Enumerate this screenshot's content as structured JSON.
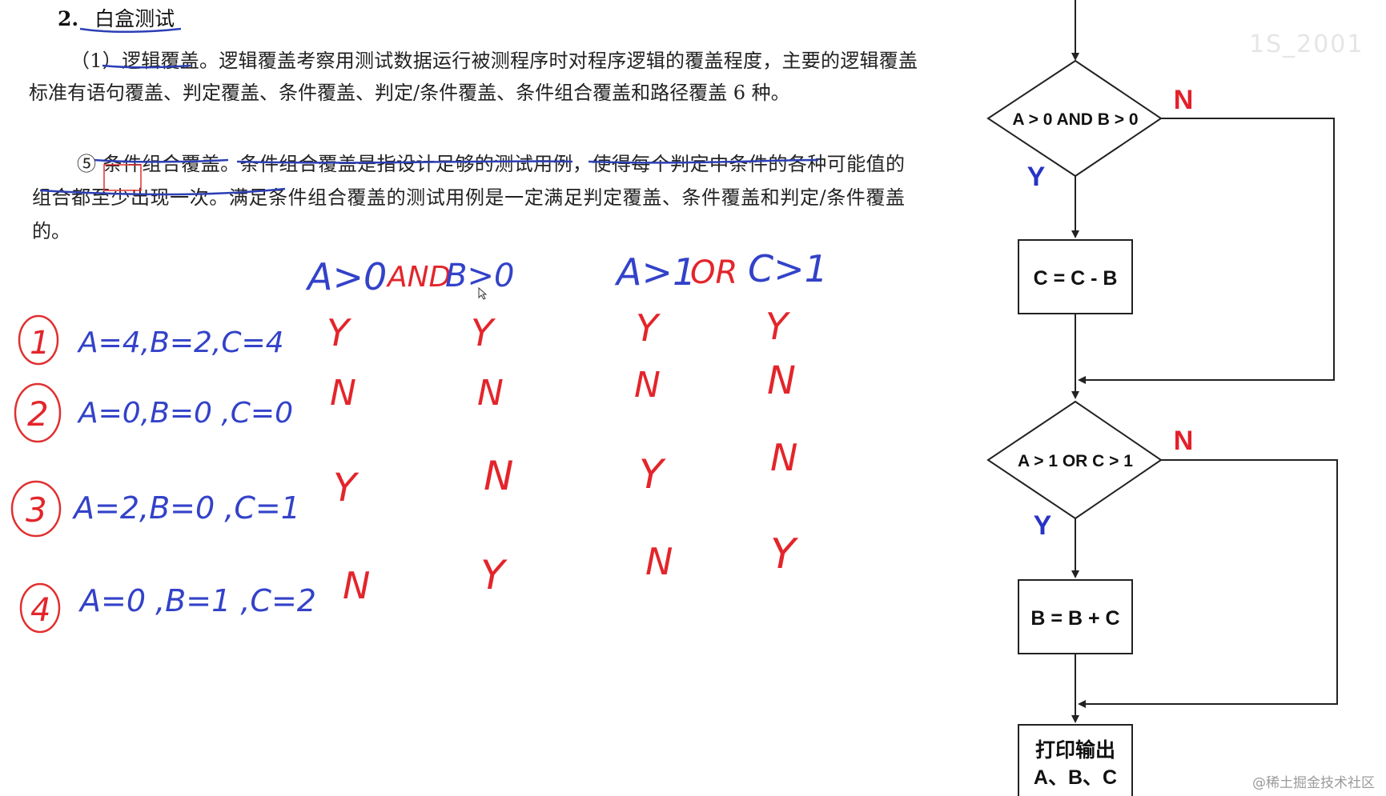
{
  "document": {
    "heading_number": "2.",
    "heading_title": "白盒测试",
    "para1": "（1）逻辑覆盖。逻辑覆盖考察用测试数据运行被测程序时对程序逻辑的覆盖程度，主要的逻辑覆盖标准有语句覆盖、判定覆盖、条件覆盖、判定/条件覆盖、条件组合覆盖和路径覆盖 6 种。",
    "para2": "⑤ 条件组合覆盖。条件组合覆盖是指设计足够的测试用例，使得每个判定中条件的各种可能值的组合都至少出现一次。满足条件组合覆盖的测试用例是一定满足判定覆盖、条件覆盖和判定/条件覆盖的。"
  },
  "handwriting": {
    "headers": {
      "c1": "A>0",
      "and": "AND",
      "c2": "B>0",
      "c3": "A>1",
      "or": "OR",
      "c4": "C>1"
    },
    "cases": [
      {
        "num": "1",
        "label": "A=4,B=2,C=4",
        "values": [
          "Y",
          "Y",
          "Y",
          "Y"
        ]
      },
      {
        "num": "2",
        "label": "A=0,B=0 ,C=0",
        "values": [
          "N",
          "N",
          "N",
          "N"
        ]
      },
      {
        "num": "3",
        "label": "A=2,B=0 ,C=1",
        "values": [
          "Y",
          "N",
          "Y",
          "N"
        ]
      },
      {
        "num": "4",
        "label": "A=0 ,B=1 ,C=2",
        "values": [
          "N",
          "Y",
          "N",
          "Y"
        ]
      }
    ]
  },
  "flowchart": {
    "decision1": "A > 0 AND B > 0",
    "process1": "C = C - B",
    "decision2": "A > 1 OR C > 1",
    "process2": "B = B + C",
    "output_line1": "打印输出",
    "output_line2": "A、B、C",
    "label_yes": "Y",
    "label_no": "N"
  },
  "watermarks": {
    "top_right": "1S_2001",
    "bottom_right": "@稀土掘金技术社区"
  },
  "colors": {
    "ink_blue": "#3342c9",
    "ink_red": "#e3252b",
    "flow_line": "#222222"
  }
}
